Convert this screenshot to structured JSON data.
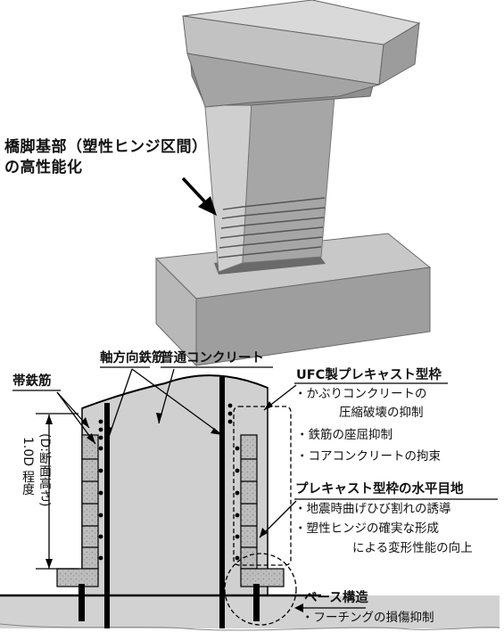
{
  "top": {
    "callout_line1": "橋脚基部（塑性ヒンジ区間）",
    "callout_line2": "の高性能化"
  },
  "section": {
    "label_hoop": "帯鉄筋",
    "label_axial": "軸方向鉄筋",
    "label_concrete": "普通コンクリート",
    "height_label": "1.0D 程度",
    "height_sub": "(D:断面高さ)",
    "ufc": {
      "heading": "UFC製プレキャスト型枠",
      "items": [
        "・かぶりコンクリートの",
        "圧縮破壊の抑制",
        "・鉄筋の座屈抑制",
        "・コアコンクリートの拘束"
      ]
    },
    "joint": {
      "heading": "プレキャスト型枠の水平目地",
      "items": [
        "・地震時曲げひび割れの誘導",
        "・塑性ヒンジの確実な形成",
        "による変形性能の向上"
      ]
    },
    "base": {
      "heading": "ベース構造",
      "items": [
        "・フーチングの損傷抑制"
      ]
    }
  }
}
